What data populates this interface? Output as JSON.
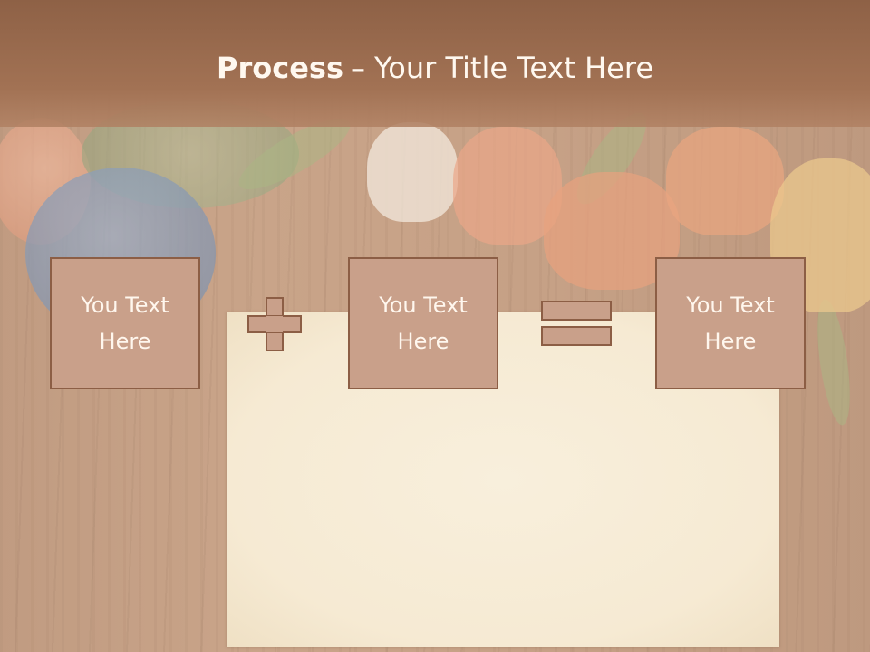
{
  "slide": {
    "title_bold": "Process",
    "title_separator": "–",
    "title_rest": "Your Title Text Here",
    "boxes": [
      {
        "label": "You Text\nHere"
      },
      {
        "label": "You Text\nHere"
      },
      {
        "label": "You Text\nHere"
      }
    ],
    "operators": [
      "plus",
      "equals"
    ]
  },
  "colors": {
    "header": "#a27254",
    "box_fill": "#c9a08a",
    "box_border": "#8c5e45",
    "text": "#fff7ee",
    "paper": "#f6ead3"
  }
}
